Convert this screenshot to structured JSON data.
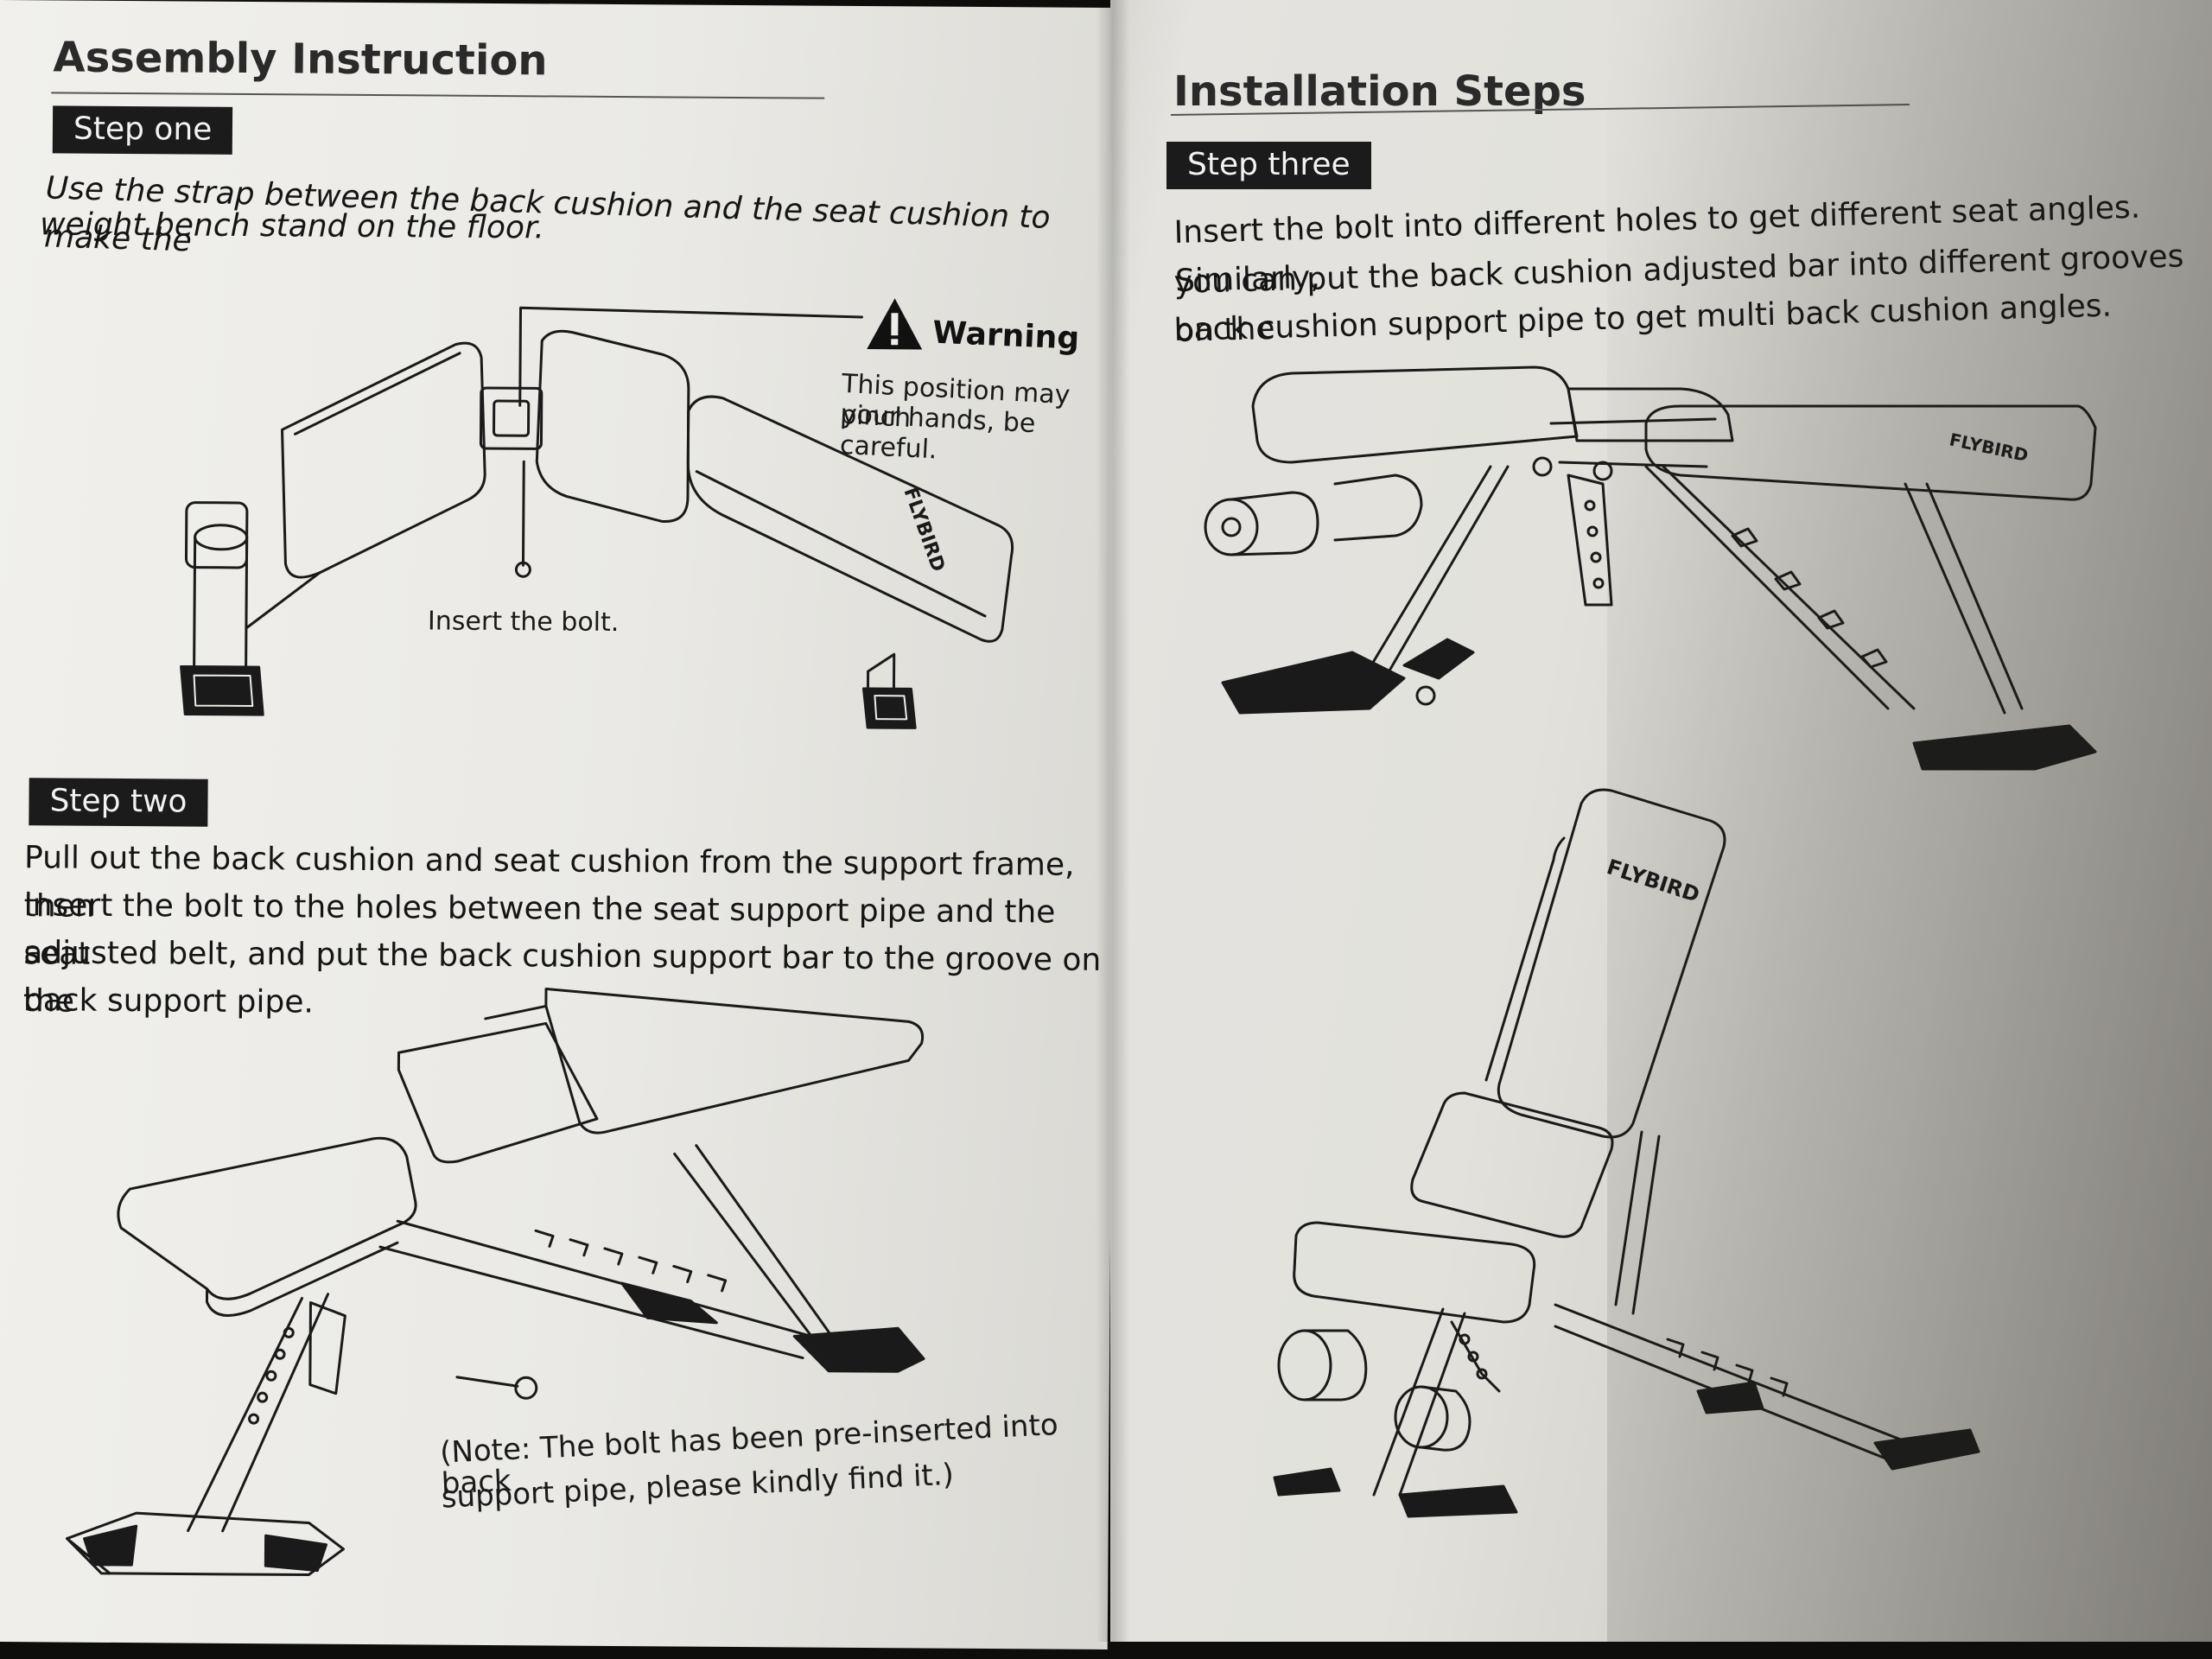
{
  "left_page": {
    "heading": "Assembly Instruction",
    "step_one": {
      "label": "Step one",
      "text_line1": "Use the strap between the back cushion and the seat cushion to make the",
      "text_line2": "weight bench stand on the floor."
    },
    "warning": {
      "title": "Warning",
      "line1": "This position may pinch",
      "line2": "your hands,  be careful."
    },
    "callout_bolt": "Insert the bolt.",
    "step_two": {
      "label": "Step two",
      "line1": "Pull out the back cushion and seat cushion from the support frame,  then",
      "line2": "insert the bolt to the holes between the seat support pipe and the seat",
      "line3": "adjusted belt, and put the back cushion support bar to the groove on the",
      "line4": "back support pipe."
    },
    "note_line1": "(Note: The bolt has been pre-inserted into back",
    "note_line2": "support pipe, please kindly find it.)"
  },
  "right_page": {
    "heading": "Installation Steps",
    "step_three": {
      "label": "Step three",
      "line1": "Insert the bolt into different holes to get different seat angles. Similarly,",
      "line2": "you can put the back cushion adjusted bar into different grooves on the",
      "line3": "back cushion support pipe to get multi back cushion angles."
    }
  },
  "brand_logo_text": "FLYBIRD",
  "icons": [
    "warning-triangle-icon"
  ]
}
